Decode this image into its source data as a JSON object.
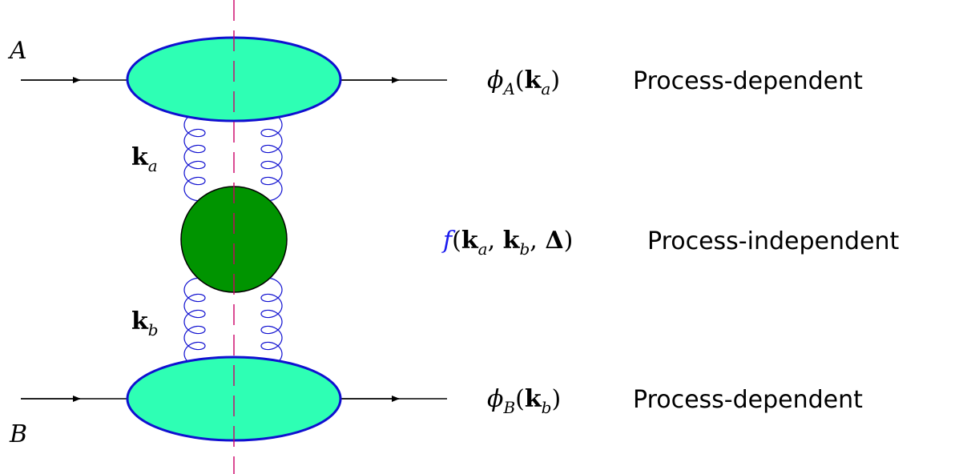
{
  "colors": {
    "blob_fill": "#2effb4",
    "blob_stroke": "#1010d0",
    "core_fill": "#009400",
    "cut_line": "#cc0066",
    "gluon": "#1010d0",
    "f_symbol": "#1a1aee",
    "text": "#000000"
  },
  "particles": {
    "a": "A",
    "b": "B"
  },
  "momenta": {
    "ka_bold": "k",
    "ka_sub": "a",
    "kb_bold": "k",
    "kb_sub": "b"
  },
  "rows": [
    {
      "phi": "ϕ",
      "phi_sub": "A",
      "open": "(",
      "k": "k",
      "k_sub": "a",
      "close": ")",
      "label": "Process-dependent"
    },
    {
      "f": "f",
      "open": "(",
      "k1": "k",
      "k1_sub": "a",
      "comma1": ", ",
      "k2": "k",
      "k2_sub": "b",
      "comma2": ", ",
      "delta": "Δ",
      "close": ")",
      "label": "Process-independent"
    },
    {
      "phi": "ϕ",
      "phi_sub": "B",
      "open": "(",
      "k": "k",
      "k_sub": "b",
      "close": ")",
      "label": "Process-dependent"
    }
  ]
}
